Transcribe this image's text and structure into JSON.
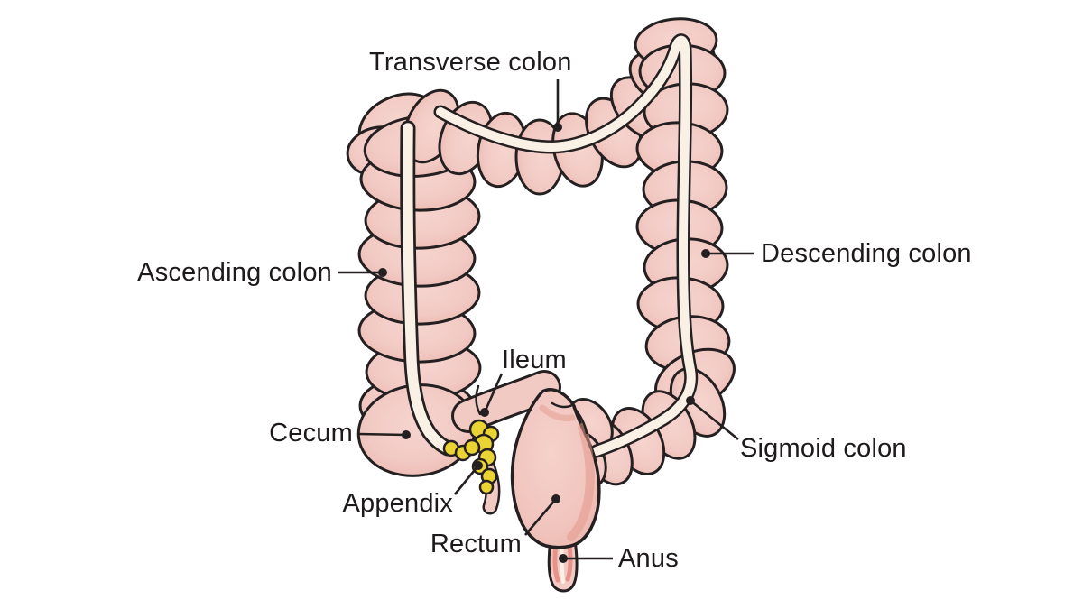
{
  "diagram": {
    "subject": "Large intestine (colon) anatomy diagram",
    "labels": [
      {
        "id": "transverse-colon",
        "text": "Transverse colon"
      },
      {
        "id": "ascending-colon",
        "text": "Ascending colon"
      },
      {
        "id": "descending-colon",
        "text": "Descending colon"
      },
      {
        "id": "ileum",
        "text": "Ileum"
      },
      {
        "id": "cecum",
        "text": "Cecum"
      },
      {
        "id": "appendix",
        "text": "Appendix"
      },
      {
        "id": "sigmoid-colon",
        "text": "Sigmoid colon"
      },
      {
        "id": "rectum",
        "text": "Rectum"
      },
      {
        "id": "anus",
        "text": "Anus"
      }
    ],
    "colors": {
      "intestine_pink": "#F2CAC4",
      "intestine_shade": "#E4998D",
      "taenia_cream": "#FAF1E6",
      "outline": "#241F20",
      "appendix_yellow": "#E9D434",
      "label_text": "#1E1A1B",
      "background": "#FFFFFF"
    }
  }
}
